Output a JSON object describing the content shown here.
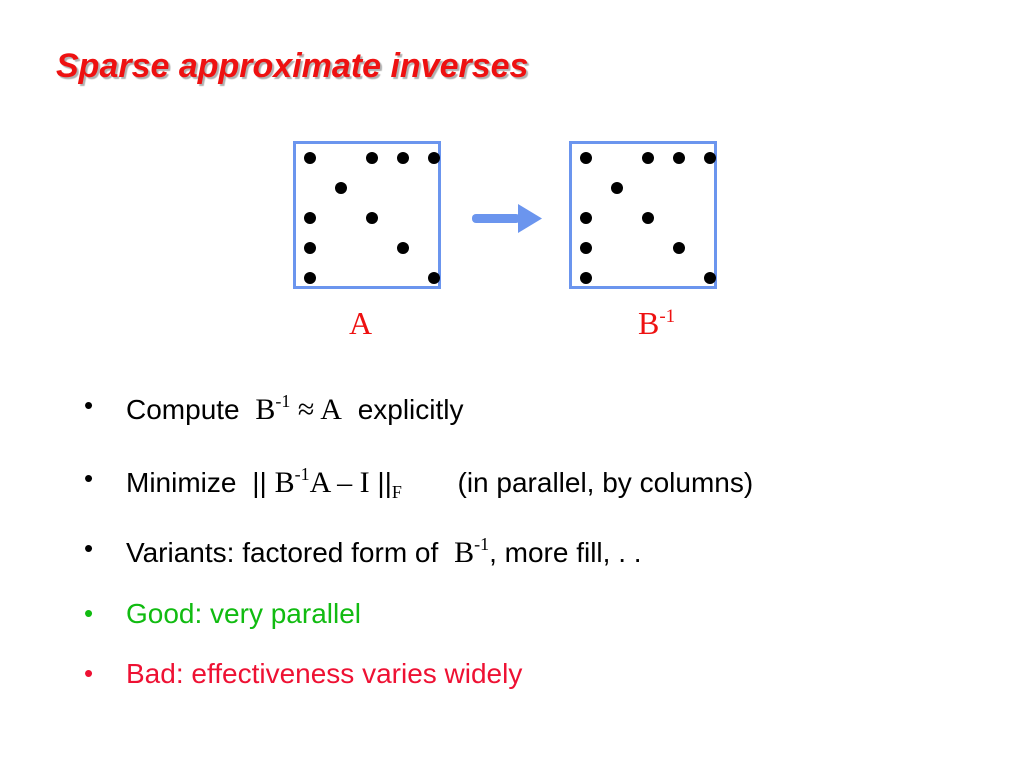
{
  "slide": {
    "title": "Sparse approximate inverses",
    "title_color": "#ee1111"
  },
  "matrices": {
    "left_label": "A",
    "right_label_base": "B",
    "right_label_sup": "-1",
    "label_color": "#ee1111",
    "border_color": "#6b95ee",
    "arrow_color": "#6b95ee"
  },
  "bullets": {
    "marker": "•",
    "item1": {
      "prefix": "Compute",
      "math_b": "B",
      "math_sup": "-1",
      "math_rest": " ≈ A",
      "suffix": "explicitly"
    },
    "item2": {
      "prefix": "Minimize",
      "norm_open": "||",
      "math_b": "B",
      "math_sup": "-1",
      "math_rest": "A – I",
      "norm_close": "||",
      "math_sub": "F",
      "suffix": "(in parallel, by columns)"
    },
    "item3": {
      "prefix": "Variants:  factored form of",
      "math_b": "B",
      "math_sup": "-1",
      "suffix": ", more fill, . ."
    },
    "item4": {
      "text": "Good: very parallel",
      "color": "#11bb11"
    },
    "item5": {
      "text": "Bad: effectiveness varies widely",
      "color": "#ee1133"
    }
  }
}
